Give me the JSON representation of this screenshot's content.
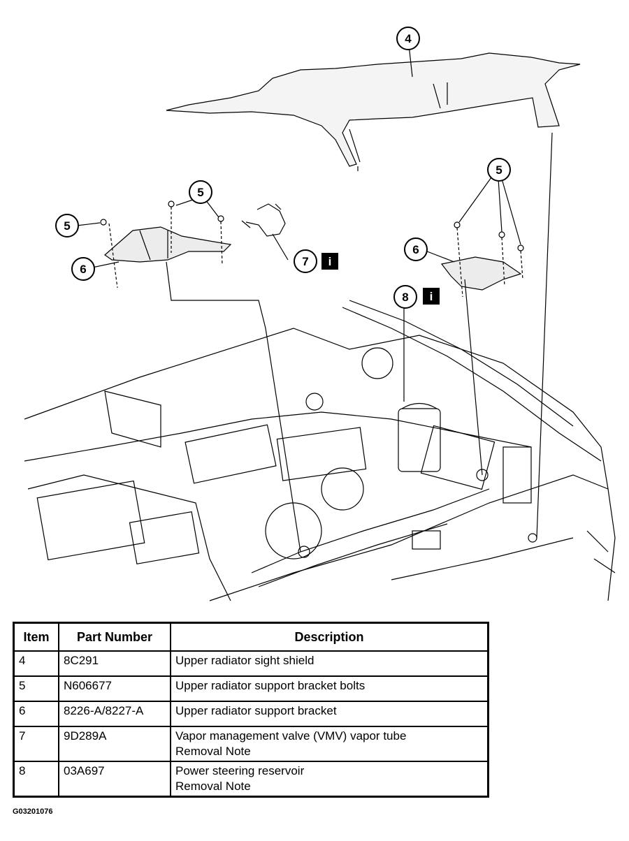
{
  "callouts": {
    "shield": "4",
    "bolts_left": "5",
    "bolts_mid": "5",
    "bolts_right": "5",
    "bracket_left": "6",
    "bracket_right": "6",
    "vapor_tube": "7",
    "reservoir": "8",
    "info_badge_7": "i",
    "info_badge_8": "i"
  },
  "table": {
    "headers": {
      "item": "Item",
      "part": "Part Number",
      "desc": "Description"
    },
    "rows": [
      {
        "item": "4",
        "part": "8C291",
        "desc": [
          "Upper radiator sight shield"
        ]
      },
      {
        "item": "5",
        "part": "N606677",
        "desc": [
          "Upper radiator support bracket bolts"
        ]
      },
      {
        "item": "6",
        "part": "8226-A/8227-A",
        "desc": [
          "Upper radiator support bracket"
        ]
      },
      {
        "item": "7",
        "part": "9D289A",
        "desc": [
          "Vapor management valve (VMV) vapor tube",
          "Removal Note"
        ]
      },
      {
        "item": "8",
        "part": "03A697",
        "desc": [
          "Power steering reservoir",
          "Removal Note"
        ]
      }
    ]
  },
  "figure_id": "G03201076"
}
